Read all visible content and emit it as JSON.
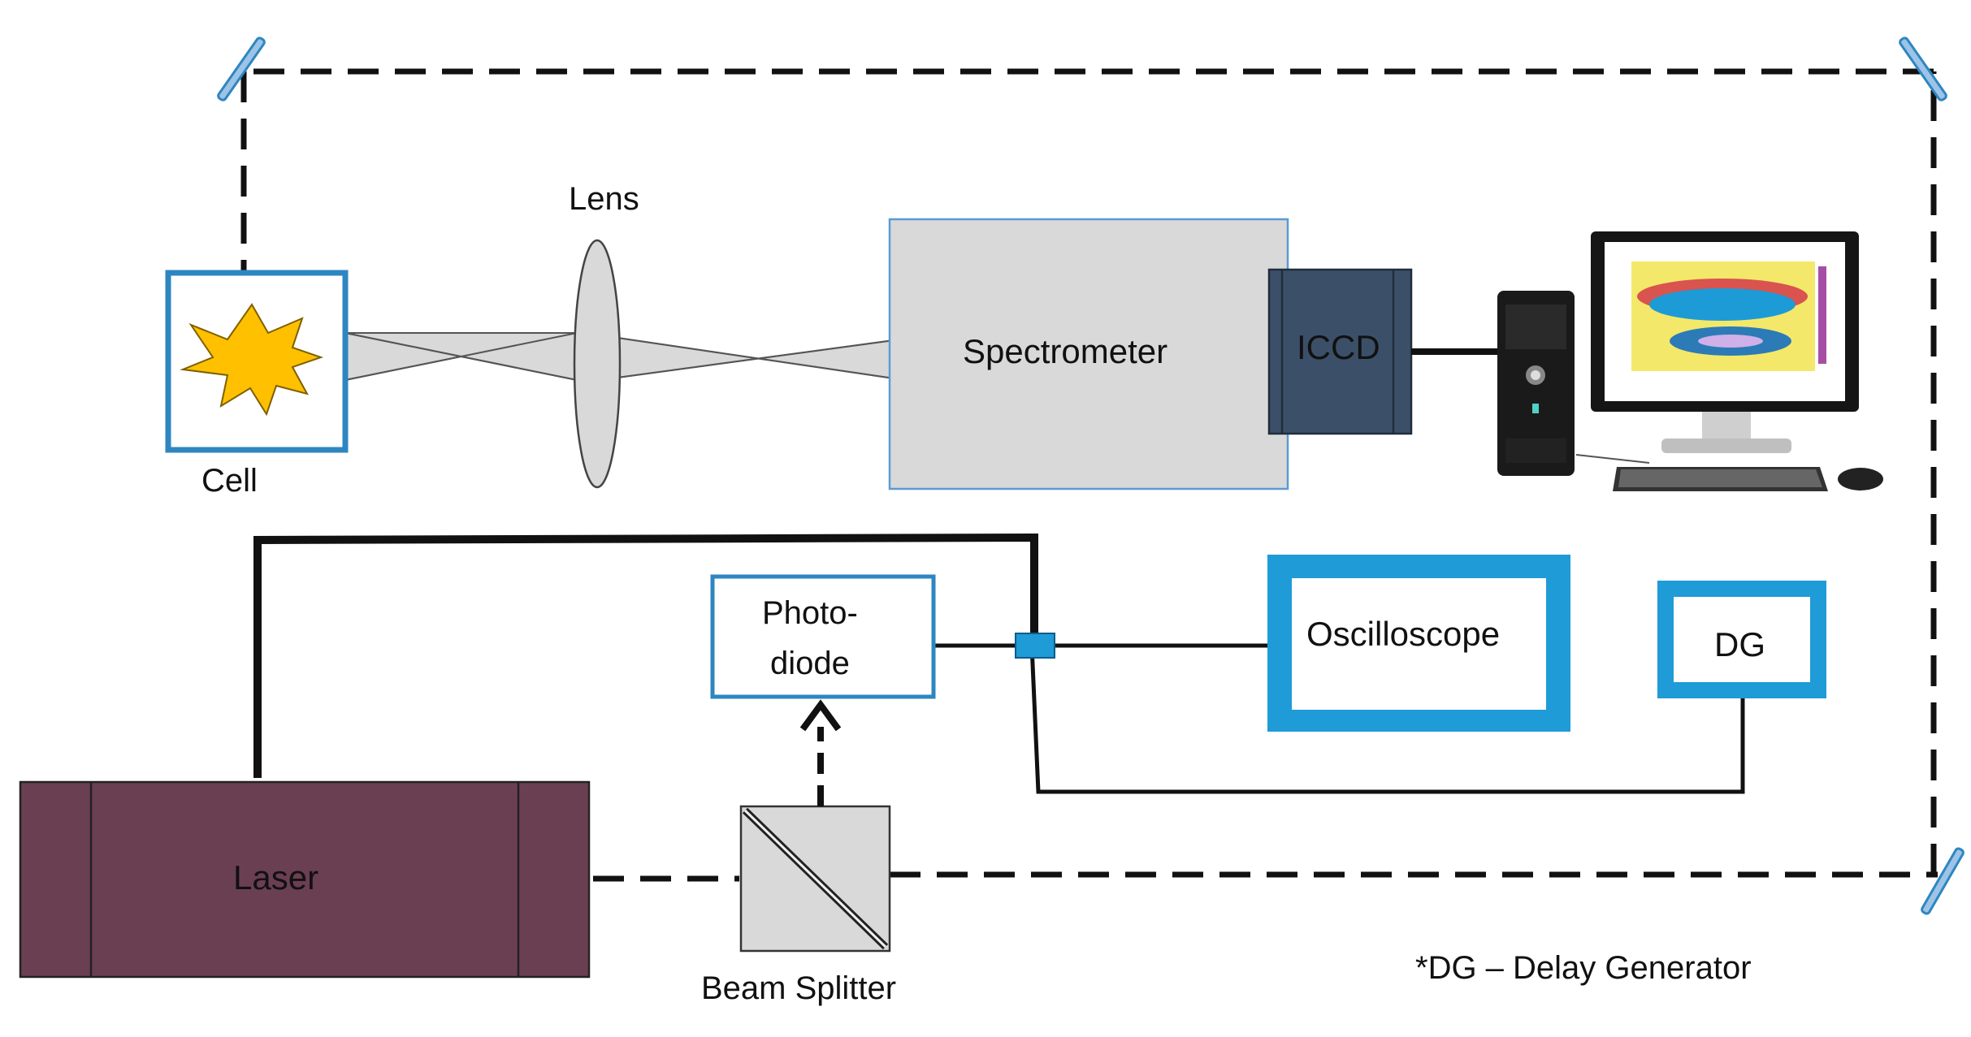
{
  "labels": {
    "cell": "Cell",
    "lens": "Lens",
    "spectrometer": "Spectrometer",
    "iccd": "ICCD",
    "photodiode_line1": "Photo-",
    "photodiode_line2": "diode",
    "oscilloscope": "Oscilloscope",
    "dg": "DG",
    "laser": "Laser",
    "beam_splitter": "Beam Splitter",
    "footnote": "*DG – Delay Generator"
  },
  "colors": {
    "box_border_blue": "#2e86c1",
    "oscilloscope_border": "#1f9bd7",
    "laser_fill": "#6b3f52",
    "iccd_fill": "#3b5068",
    "spectrometer_fill": "#d9d9d9",
    "spark_fill": "#ffc000",
    "junction_fill": "#1f9bd7",
    "mirror_fill": "#9dc3e6"
  },
  "icons": {
    "cell": "spark-icon",
    "mirror": "mirror-icon",
    "computer": "computer-tower-icon",
    "monitor": "monitor-icon",
    "keyboard": "keyboard-icon",
    "mouse": "mouse-icon"
  }
}
